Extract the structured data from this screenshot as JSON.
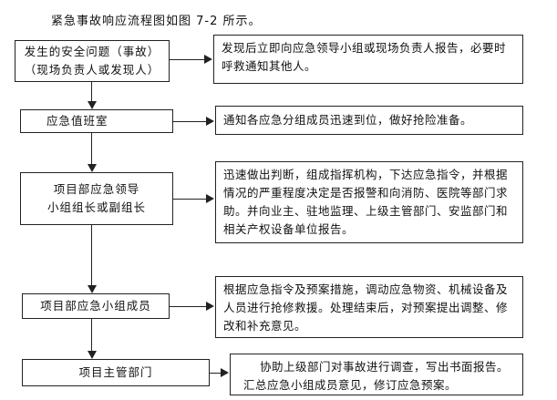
{
  "title": "紧急事故响应流程图如图 7-2 所示。",
  "steps": [
    {
      "left_lines": [
        "发生的安全问题（事故）",
        "（现场负责人或发现人）"
      ],
      "right_lines": [
        "发现后立即向应急领导小组或现场负责人报告，必要时",
        "呼救通知其他人。"
      ]
    },
    {
      "left_lines": [
        "应急值班室"
      ],
      "right_lines": [
        "通知各应急分组成员迅速到位，做好抢险准备。"
      ]
    },
    {
      "left_lines": [
        "项目部应急领导",
        "小组组长或副组长"
      ],
      "right_lines": [
        "迅速做出判断，组成指挥机构，下达应急指令，并根据",
        "情况的严重程度决定是否报警和向消防、医院等部门求",
        "助。并向业主、驻地监理、上级主管部门、安监部门和",
        "相关产权设备单位报告。"
      ]
    },
    {
      "left_lines": [
        "项目部应急小组成员"
      ],
      "right_lines": [
        "根据应急指令及预案措施，调动应急物资、机械设备及",
        "人员进行抢修救援。处理结束后，对预案提出调整、修",
        "改和补充意见。"
      ]
    },
    {
      "left_lines": [
        "项目主管部门"
      ],
      "right_lines": [
        "协助上级部门对事故进行调查，写出书面报告。",
        "汇总应急小组成员意见，修订应急预案。"
      ]
    }
  ]
}
